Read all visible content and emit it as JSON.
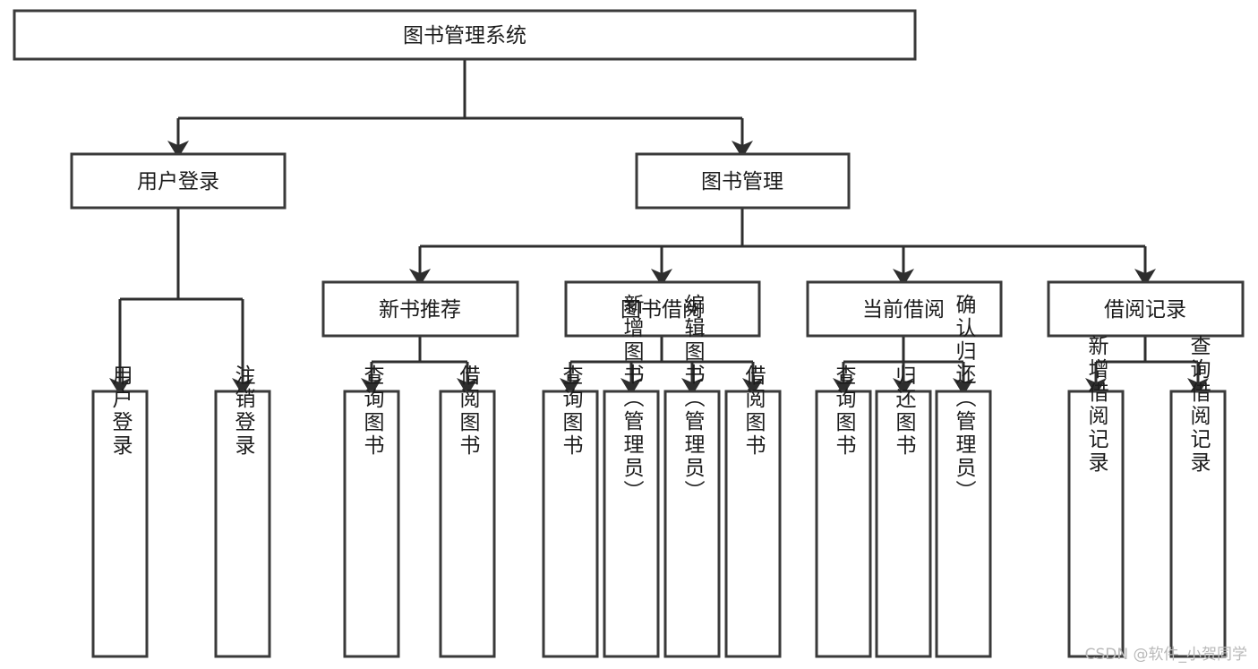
{
  "diagram": {
    "type": "tree-hierarchy",
    "title": "图书管理系统",
    "watermark": "CSDN @软件_小贺同学",
    "colors": {
      "box_stroke": "#3a3a3a",
      "box_fill": "#ffffff",
      "connector": "#2e2e2e",
      "text": "#1c1c1c",
      "watermark": "#b9b9b9"
    },
    "levels": {
      "root": {
        "label": "图书管理系统"
      },
      "level2": [
        {
          "label": "用户登录"
        },
        {
          "label": "图书管理"
        }
      ],
      "level3": [
        {
          "label": "新书推荐"
        },
        {
          "label": "图书借阅"
        },
        {
          "label": "当前借阅"
        },
        {
          "label": "借阅记录"
        }
      ]
    },
    "leaves": {
      "user_login": [
        {
          "label": "用户登录"
        },
        {
          "label": "注销登录"
        }
      ],
      "new_book_recommend": [
        {
          "label": "查询图书"
        },
        {
          "label": "借阅图书"
        }
      ],
      "book_borrow": [
        {
          "label": "查询图书"
        },
        {
          "label": "新增图书（管理员）"
        },
        {
          "label": "编辑图书（管理员）"
        },
        {
          "label": "借阅图书"
        }
      ],
      "current_borrow": [
        {
          "label": "查询图书"
        },
        {
          "label": "归还图书"
        },
        {
          "label": "确认归还（管理员）"
        }
      ],
      "borrow_records": [
        {
          "label": "新增借阅记录"
        },
        {
          "label": "查询借阅记录"
        }
      ]
    }
  }
}
